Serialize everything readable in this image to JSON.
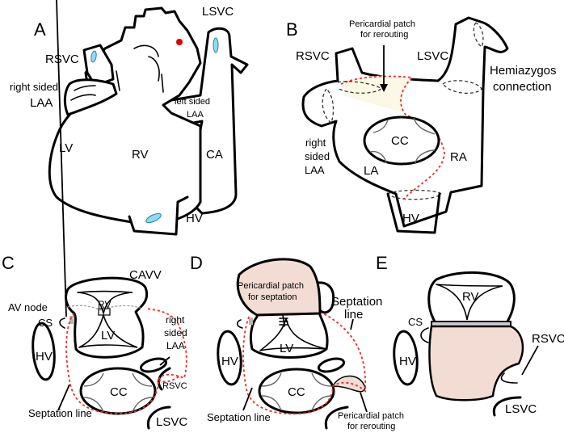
{
  "figure": {
    "panels": {
      "A": {
        "label": "A",
        "annotations": [
          "LSVC",
          "RSVC",
          "right sided",
          "LAA",
          "left sided",
          "LAA",
          "LV",
          "RV",
          "CA",
          "HV"
        ]
      },
      "B": {
        "label": "B",
        "annotations": [
          "Pericardial patch",
          "for rerouting",
          "RSVC",
          "LSVC",
          "Hemiazygos",
          "connection",
          "CC",
          "right",
          "sided",
          "LAA",
          "LA",
          "RA",
          "HV"
        ]
      },
      "C": {
        "label": "C",
        "annotations": [
          "CAVV",
          "AV node",
          "CS",
          "RV",
          "LV",
          "right",
          "sided",
          "LAA",
          "HV",
          "RSVC",
          "CC",
          "Septation line",
          "LSVC"
        ]
      },
      "D": {
        "label": "D",
        "annotations": [
          "Pericardial patch",
          "for septation",
          "Septation",
          "line",
          "LV",
          "HV",
          "CC",
          "Septation line",
          "Pericardial patch",
          "for rerouting"
        ]
      },
      "E": {
        "label": "E",
        "annotations": [
          "RV",
          "CS",
          "HV",
          "RSVC",
          "LSVC"
        ]
      }
    },
    "colors": {
      "septation_patch": "#f2dcd4",
      "rerouting_patch_b": "#fbf8e6",
      "septation_line": "#ee2a2a",
      "vein_marker": "#8fdcf2",
      "aortic_marker": "#e00000"
    }
  }
}
